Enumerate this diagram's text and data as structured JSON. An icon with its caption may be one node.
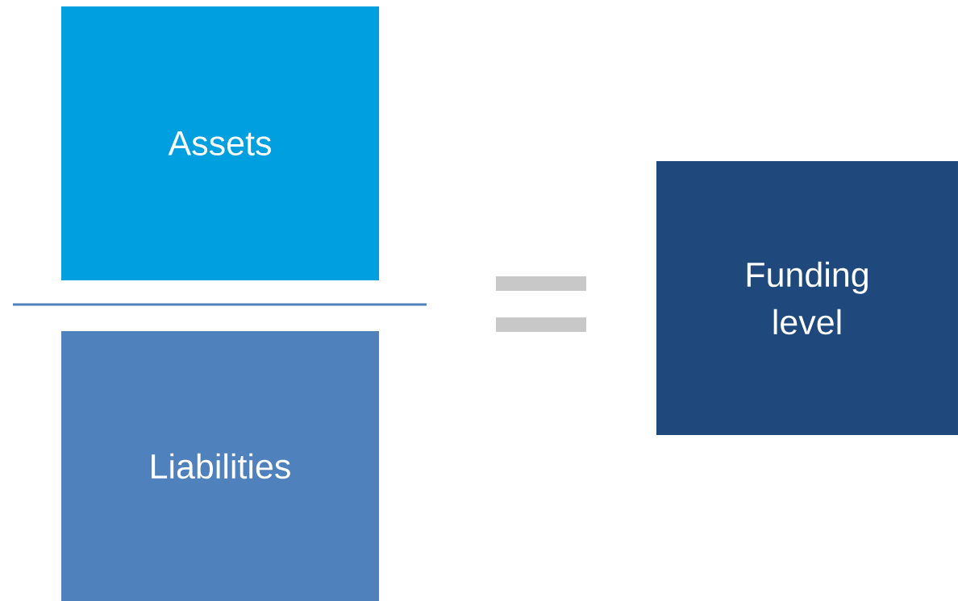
{
  "diagram": {
    "nodes": [
      {
        "text": [
          "Assets"
        ]
      },
      {
        "text": [
          "Liabilities"
        ]
      },
      {
        "text": [
          "Funding level"
        ]
      }
    ]
  }
}
